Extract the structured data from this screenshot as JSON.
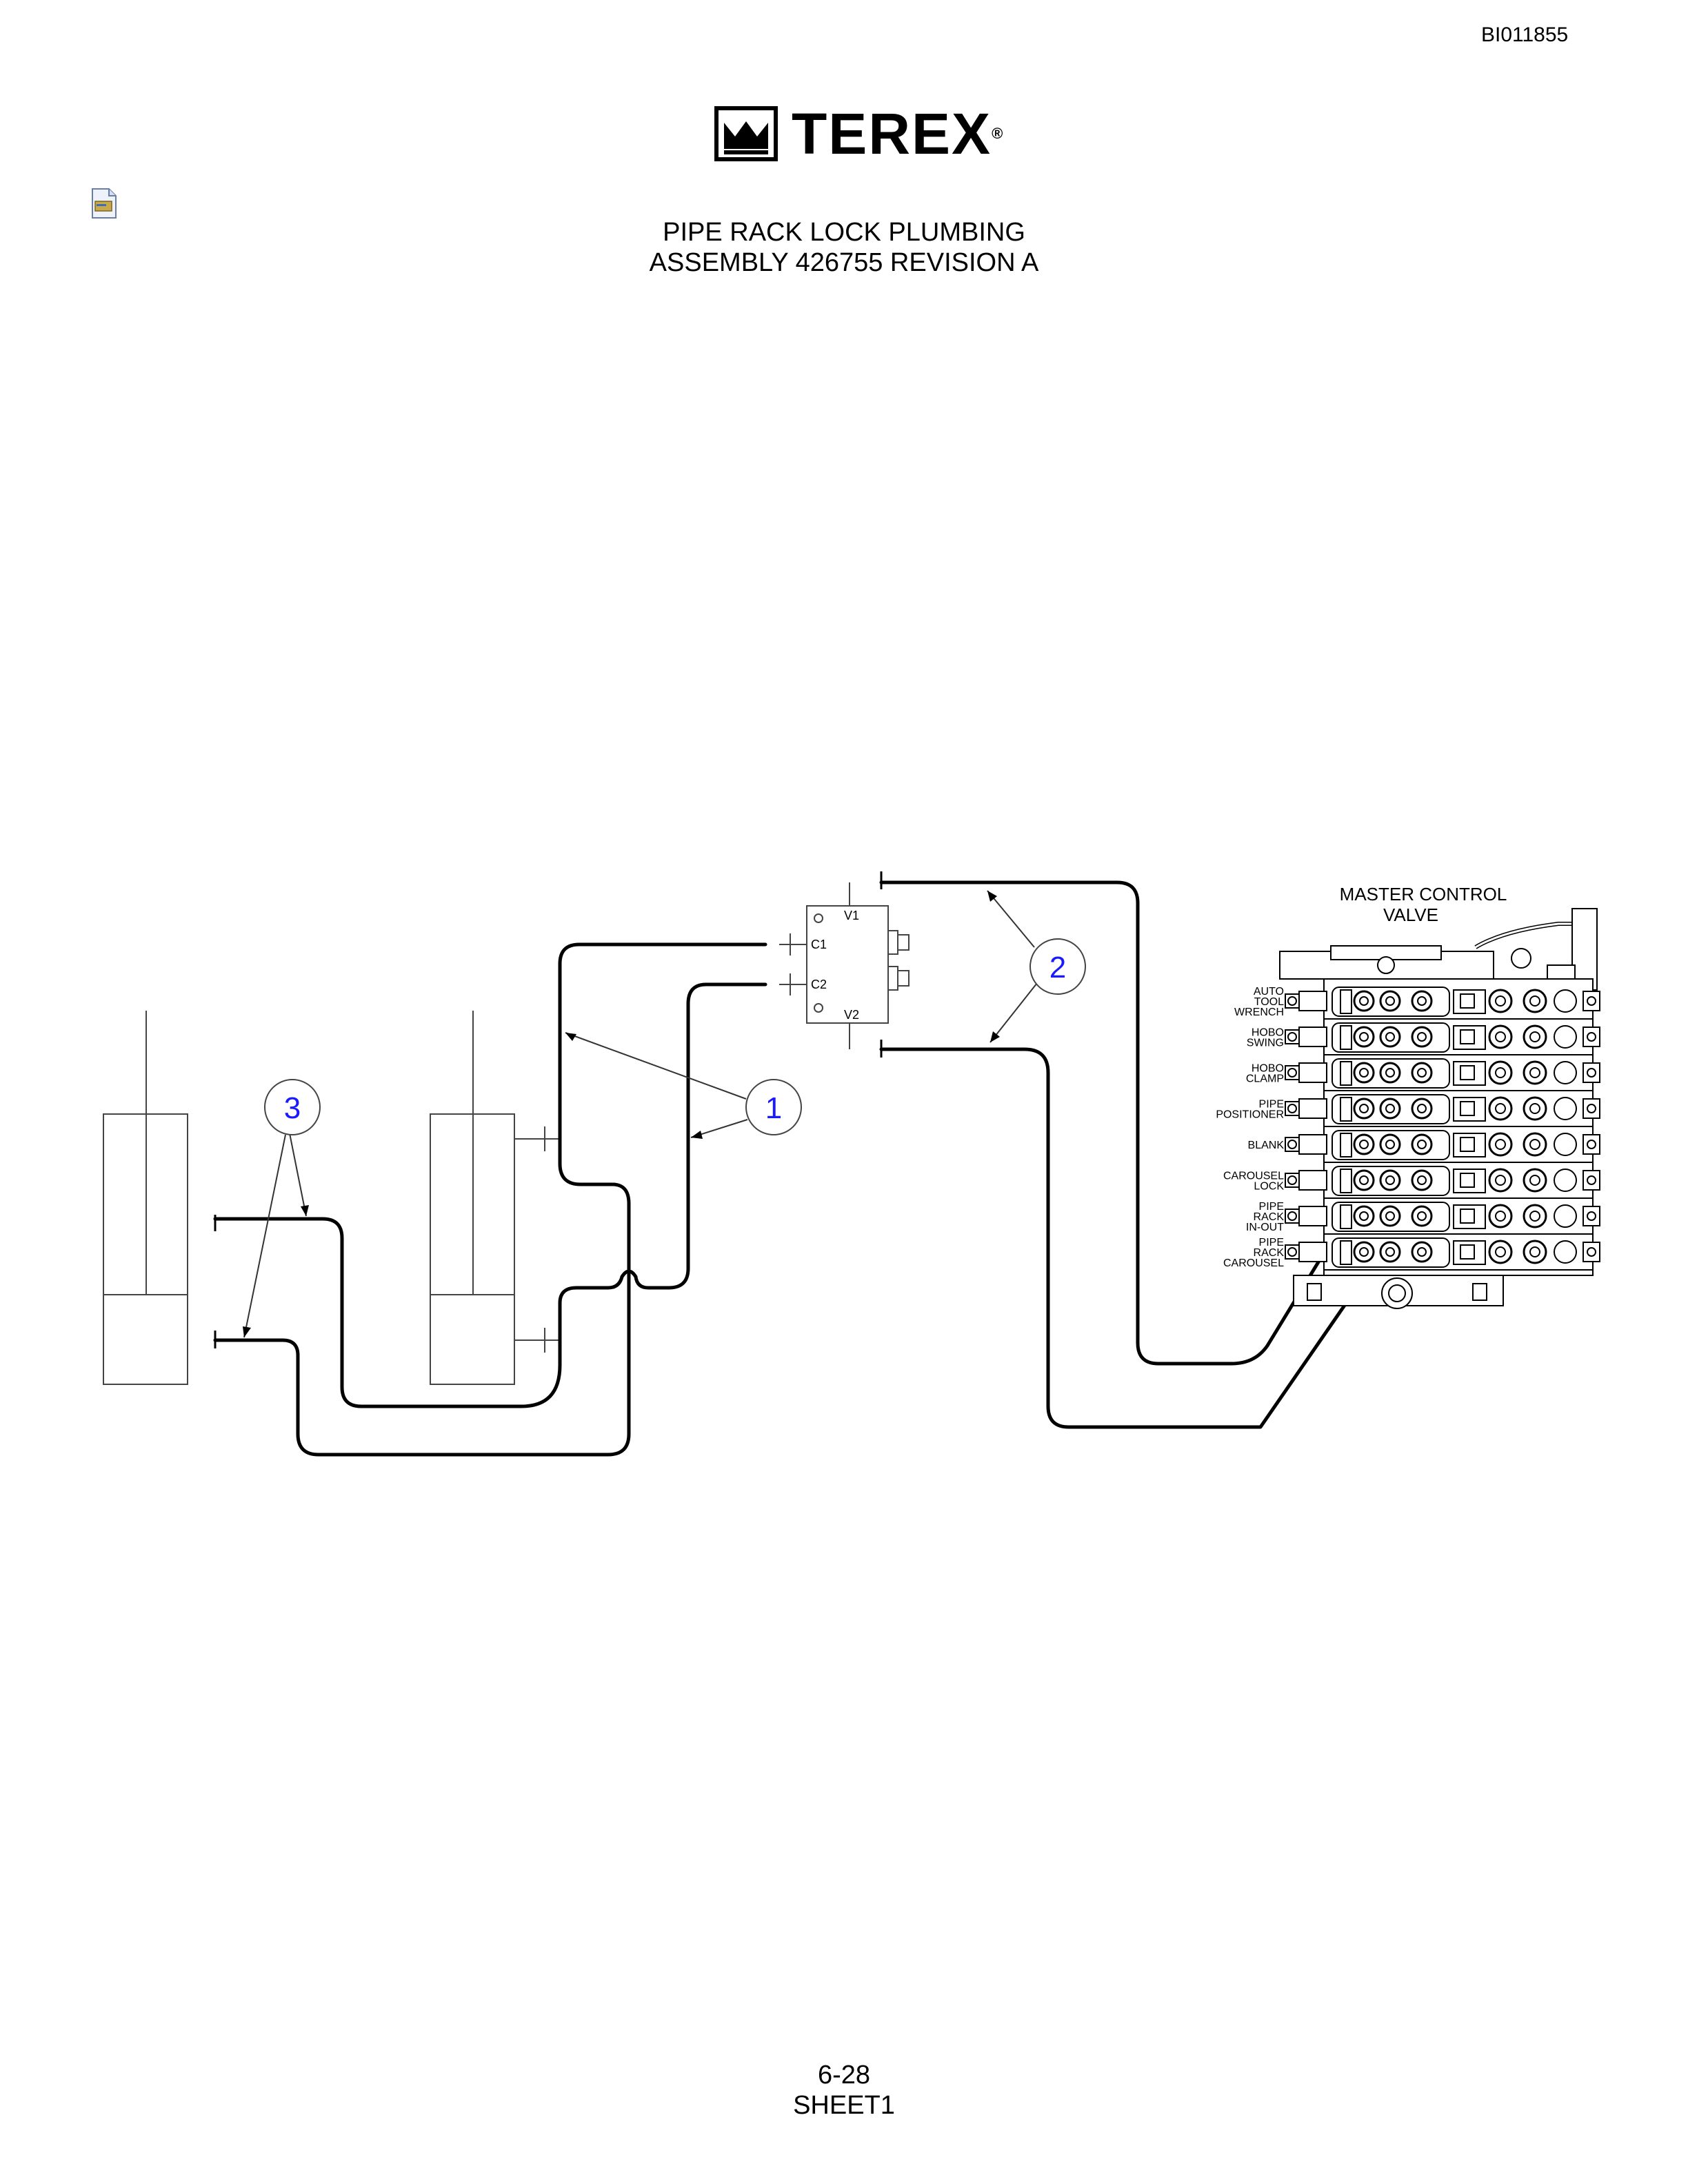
{
  "header": {
    "doc_id": "BI011855",
    "logo_text": "TEREX",
    "logo_mark": "®"
  },
  "title": {
    "line1": "PIPE RACK LOCK PLUMBING",
    "line2": "ASSEMBLY 426755 REVISION A"
  },
  "diagram": {
    "callouts": [
      "1",
      "2",
      "3"
    ],
    "valve_ports": [
      "V1",
      "C1",
      "C2",
      "V2"
    ],
    "master_valve": {
      "title_line1": "MASTER CONTROL",
      "title_line2": "VALVE",
      "sections": [
        [
          "AUTO",
          "TOOL",
          "WRENCH"
        ],
        [
          "HOBO",
          "SWING"
        ],
        [
          "HOBO",
          "CLAMP"
        ],
        [
          "PIPE",
          "POSITIONER"
        ],
        [
          "BLANK"
        ],
        [
          "CAROUSEL",
          "LOCK"
        ],
        [
          "PIPE",
          "RACK",
          "IN-OUT"
        ],
        [
          "PIPE",
          "RACK",
          "CAROUSEL"
        ]
      ]
    },
    "colors": {
      "callout_text": "#1a1aff",
      "line": "#000000"
    }
  },
  "footer": {
    "page": "6-28",
    "sheet": "SHEET1"
  }
}
